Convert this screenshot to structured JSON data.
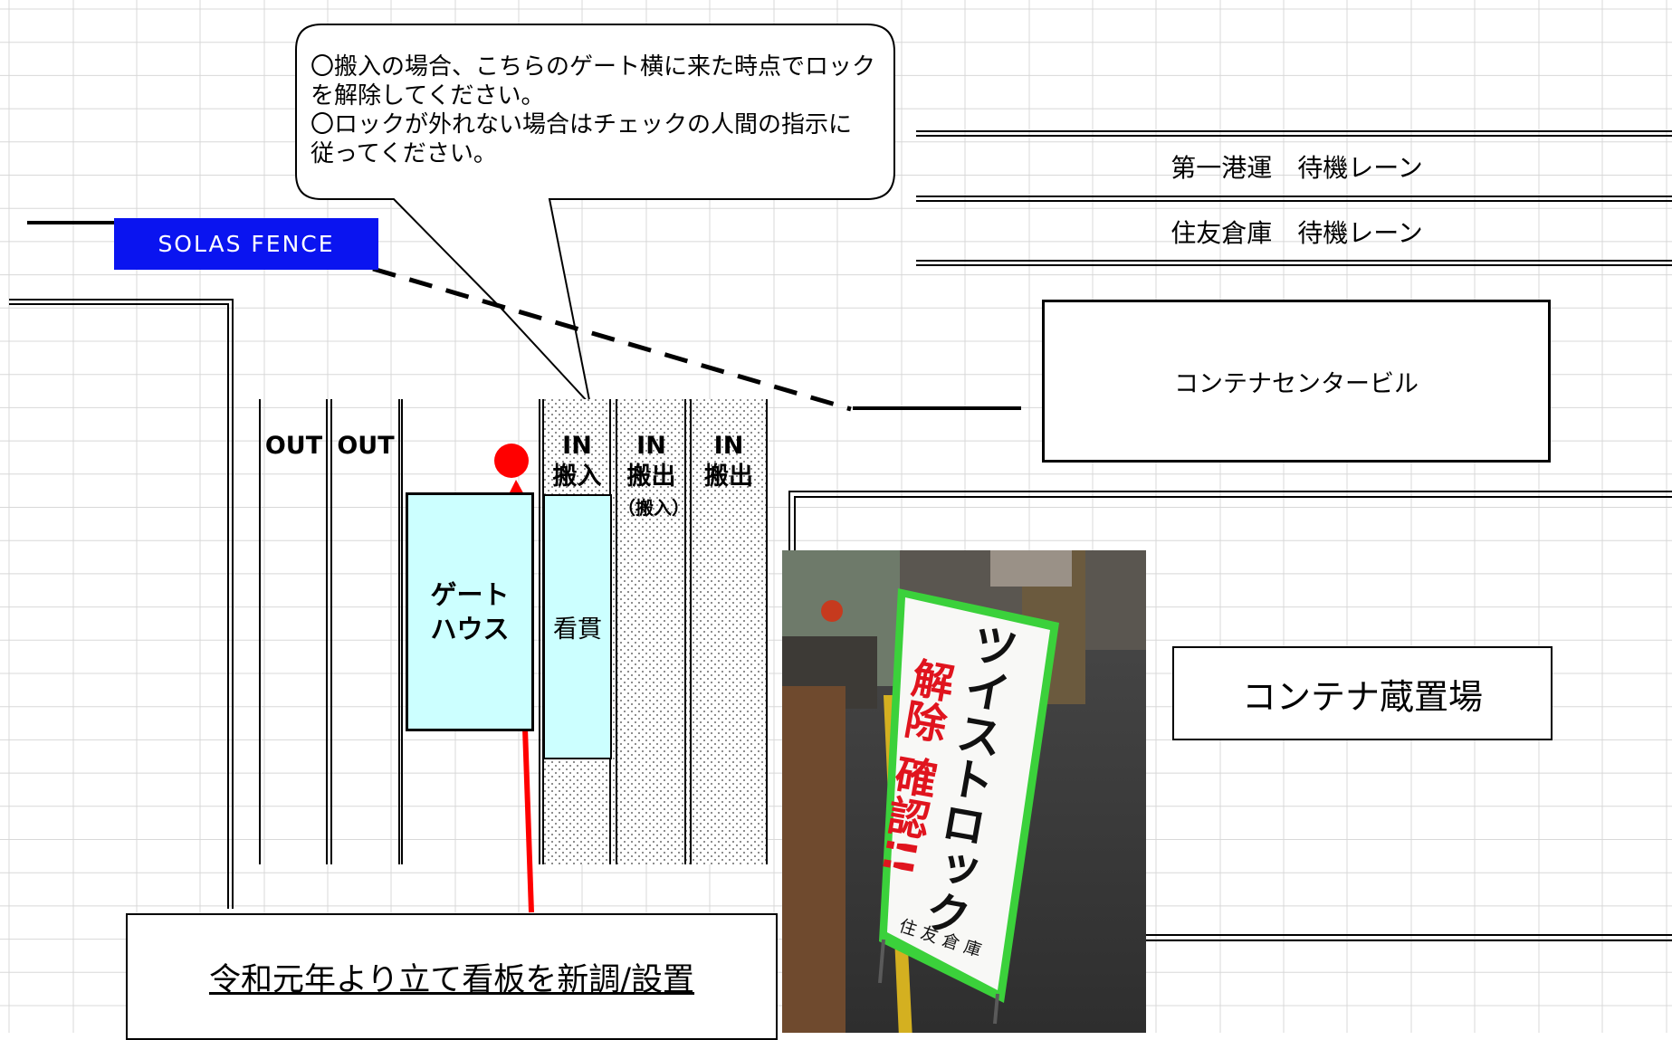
{
  "callout": {
    "text": "〇搬入の場合、こちらのゲート横に来た時点でロック\nを解除してください。\n〇ロックが外れない場合はチェックの人間の指示に\n従ってください。"
  },
  "solas_fence": {
    "label": "SOLAS FENCE"
  },
  "waiting_lanes": {
    "first": "第一港運　待機レーン",
    "second": "住友倉庫　待機レーン"
  },
  "container_center": {
    "label": "コンテナセンタービル"
  },
  "container_yard": {
    "label": "コンテナ蔵置場"
  },
  "lanes": [
    {
      "tag": "OUT",
      "sub": ""
    },
    {
      "tag": "OUT",
      "sub": ""
    },
    {
      "tag": "IN",
      "sub": "搬入"
    },
    {
      "tag": "IN",
      "sub": "搬出",
      "note": "（搬入）"
    },
    {
      "tag": "IN",
      "sub": "搬出"
    }
  ],
  "gate_house": {
    "line1": "ゲート",
    "line2": "ハウス"
  },
  "kankan": {
    "label": "看貫"
  },
  "caption": {
    "text": "令和元年より立て看板を新調/設置"
  },
  "sign_photo": {
    "main_text": "ツイストロック",
    "red_text": "解除 確認!!",
    "company": "住友倉庫"
  },
  "colors": {
    "fence_blue": "#0a14f0",
    "building_cyan": "#ccffff",
    "arrow_red": "#ff0000",
    "grid": "#d8d8d8",
    "sign_red": "#e0141e",
    "sign_green": "#3bd13b"
  }
}
